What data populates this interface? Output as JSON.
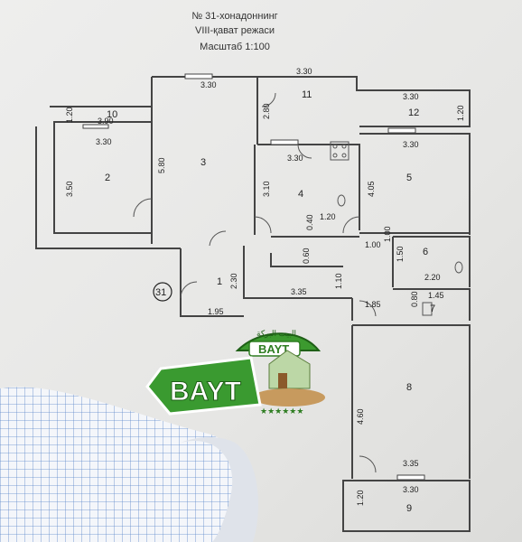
{
  "header": {
    "title": "№ 31-хонадоннинг",
    "floor": "VIII-қават режаси",
    "scale": "Масштаб  1:100"
  },
  "plan": {
    "apartment_mark": "31",
    "rooms": [
      {
        "id": "room-1",
        "label": "1"
      },
      {
        "id": "room-2",
        "label": "2"
      },
      {
        "id": "room-3",
        "label": "3"
      },
      {
        "id": "room-4",
        "label": "4"
      },
      {
        "id": "room-5",
        "label": "5"
      },
      {
        "id": "room-6",
        "label": "6"
      },
      {
        "id": "room-7",
        "label": "7"
      },
      {
        "id": "room-8",
        "label": "8"
      },
      {
        "id": "room-9",
        "label": "9"
      },
      {
        "id": "room-10",
        "label": "10"
      },
      {
        "id": "room-11",
        "label": "11"
      },
      {
        "id": "room-12",
        "label": "12"
      }
    ],
    "dimensions": {
      "d_10_w": "3.90",
      "d_10_h": "1.20",
      "d_2_w": "3.30",
      "d_2_h": "3.50",
      "d_3_w": "3.30",
      "d_3_h": "5.80",
      "d_11_w": "3.30",
      "d_11_h": "2.80",
      "d_4_w": "3.30",
      "d_4_h": "3.10",
      "d_4_a": "1.20",
      "d_4_b": "0.40",
      "d_12_w": "3.30",
      "d_12_h": "1.20",
      "d_5_w": "3.30",
      "d_5_h": "4.05",
      "d_5_b": "1.00",
      "d_c_1": "1.00",
      "d_6_h": "1.50",
      "d_6_w": "2.20",
      "d_7_w": "1.45",
      "d_7_h": "0.80",
      "d_1_h": "2.30",
      "d_1_w": "1.95",
      "d_c_w": "3.35",
      "d_c_h": "1.10",
      "d_c_06": "0.60",
      "d_c_185": "1.85",
      "d_8_h": "4.60",
      "d_8_w": "3.35",
      "d_9_w": "3.30",
      "d_9_h": "1.20"
    }
  },
  "logo": {
    "main": "BAYT",
    "small": "BAYT",
    "arabic": "البيت البركة",
    "stars": "★★★★★★"
  }
}
